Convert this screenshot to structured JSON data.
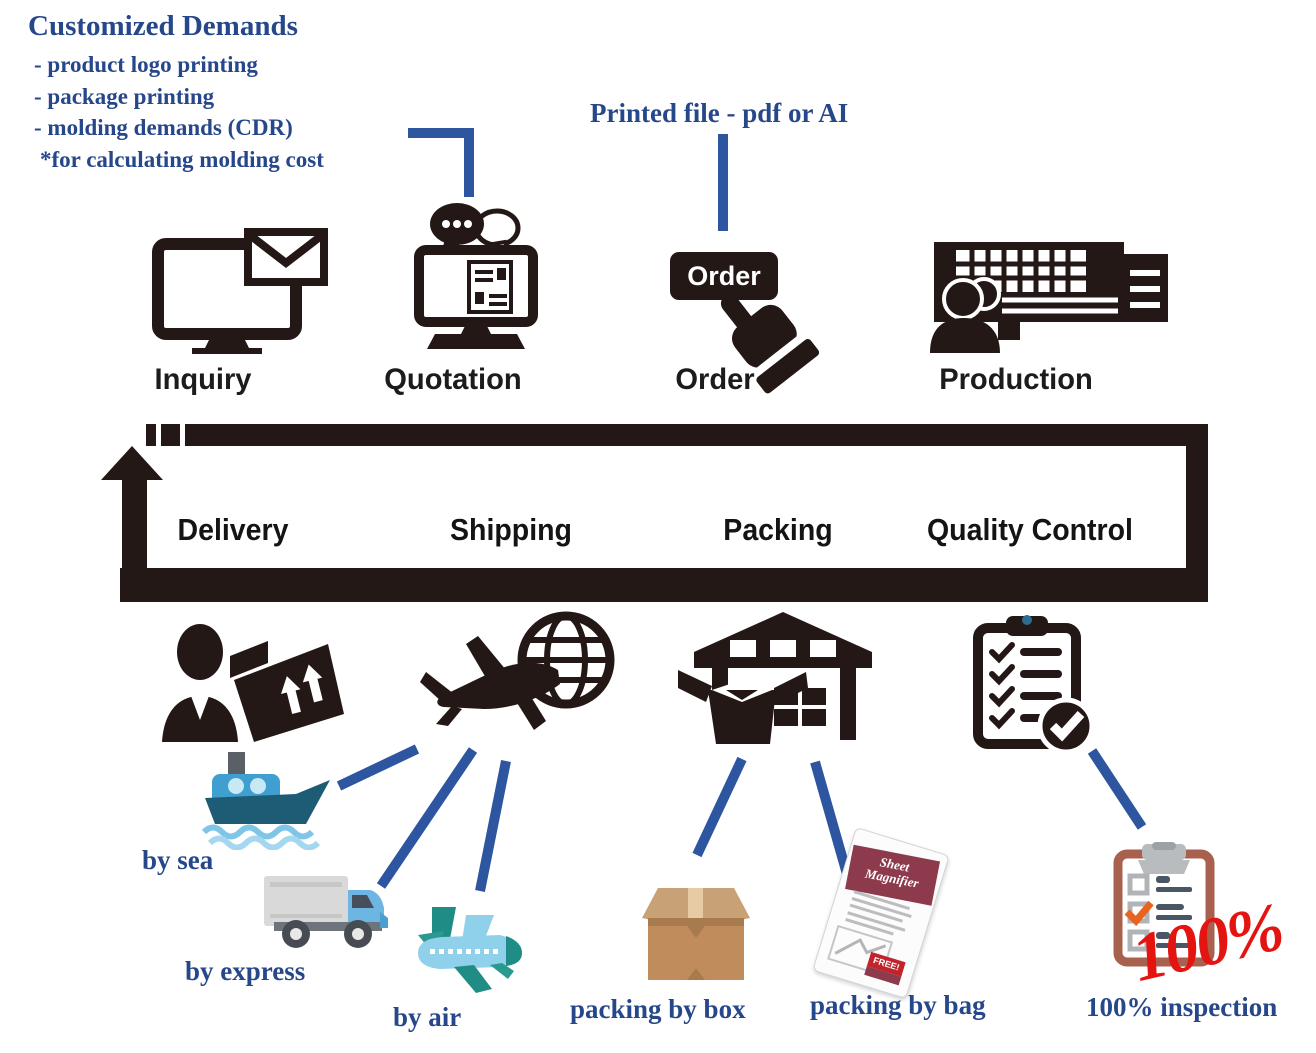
{
  "demands": {
    "title": "Customized Demands",
    "items": [
      "- product logo printing",
      "- package printing",
      "- molding demands (CDR)",
      "*for calculating molding cost"
    ]
  },
  "notes": {
    "printed_file": "Printed file - pdf or AI"
  },
  "steps": {
    "inquiry": "Inquiry",
    "quotation": "Quotation",
    "order": "Order",
    "production": "Production",
    "order_button": "Order"
  },
  "track": {
    "delivery": "Delivery",
    "shipping": "Shipping",
    "packing": "Packing",
    "quality_control": "Quality Control"
  },
  "options": {
    "sea": "by sea",
    "express": "by express",
    "air": "by air",
    "box": "packing by box",
    "bag": "packing by bag"
  },
  "inspection": {
    "stamp": "100%",
    "label": "100% inspection"
  },
  "bag": {
    "line1": "Sheet",
    "line2": "Magnifier",
    "badge": "FREE!"
  },
  "colors": {
    "text_blue": "#26478a",
    "connector_blue": "#2d55a0",
    "icon_black": "#231815",
    "stamp_red": "#e41410",
    "ship_hull": "#1d5c74",
    "ship_cabin": "#3f9fd0",
    "wave": "#7fc5e8",
    "truck_body": "#d9d9d9",
    "truck_cab": "#6db5e3",
    "plane_teal": "#1f8d86",
    "plane_body": "#8fd0ea",
    "box_brown": "#c08c5c",
    "bag_maroon": "#8c3a4c",
    "clipboard_brown": "#a8604f",
    "check_orange": "#e8641f"
  }
}
